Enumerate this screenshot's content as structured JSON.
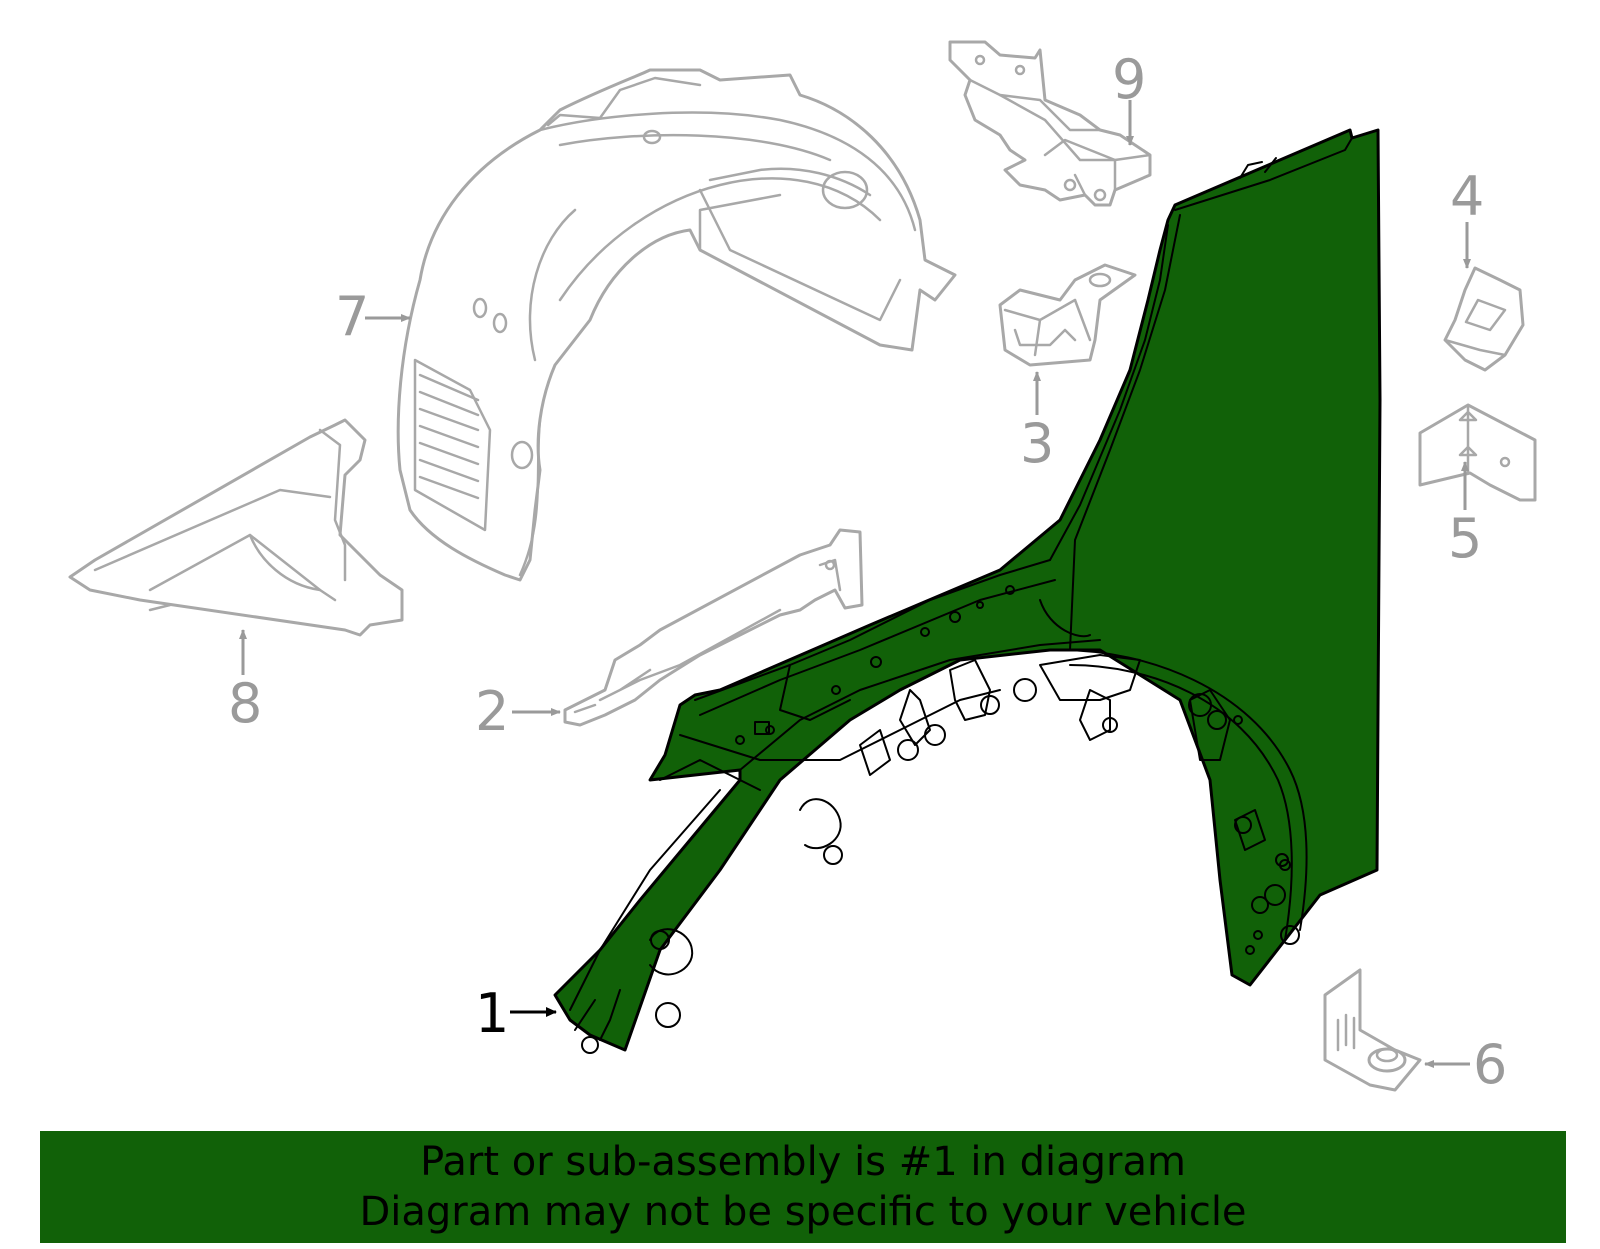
{
  "colors": {
    "highlight_part": "#116108",
    "other_parts": "#a8a8a8",
    "label_grey": "#9a9a9a",
    "banner_background": "#116108",
    "banner_text": "#000000"
  },
  "callouts": {
    "c1": "1",
    "c2": "2",
    "c3": "3",
    "c4": "4",
    "c5": "5",
    "c6": "6",
    "c7": "7",
    "c8": "8",
    "c9": "9"
  },
  "highlighted_part": "1",
  "banner": {
    "line1": "Part or sub-assembly is #1 in diagram",
    "line2": "Diagram may not be specific to your vehicle"
  }
}
